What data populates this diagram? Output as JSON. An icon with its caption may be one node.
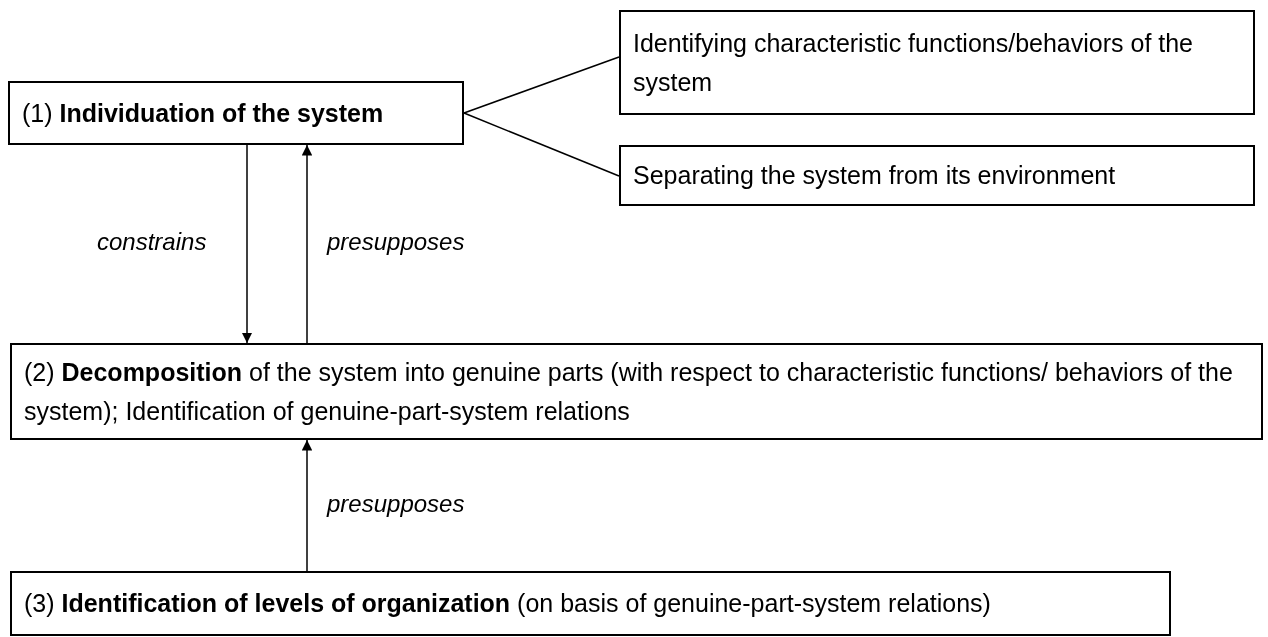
{
  "diagram": {
    "nodes": [
      {
        "text": [
          "(1) **Individuation of the system**"
        ]
      },
      {
        "text": [
          "Identifying characteristic functions/behaviors of the system"
        ]
      },
      {
        "text": [
          "Separating the system from its environment"
        ]
      },
      {
        "text": [
          "(2) **Decomposition** of the system into genuine parts (with respect to characteristic functions/ behaviors of the system); Identification of genuine-part-system relations"
        ]
      },
      {
        "text": [
          "(3) **Identification of levels of organization** (on basis of genuine-part-system relations)"
        ]
      }
    ],
    "edges": [
      {
        "from": 0,
        "to": 1,
        "arrow": "none"
      },
      {
        "from": 0,
        "to": 2,
        "arrow": "none"
      },
      {
        "from": 0,
        "to": 3,
        "arrow": "to",
        "label": "constrains"
      },
      {
        "from": 3,
        "to": 0,
        "arrow": "to",
        "label": "presupposes"
      },
      {
        "from": 4,
        "to": 3,
        "arrow": "to",
        "label": "presupposes"
      }
    ]
  }
}
